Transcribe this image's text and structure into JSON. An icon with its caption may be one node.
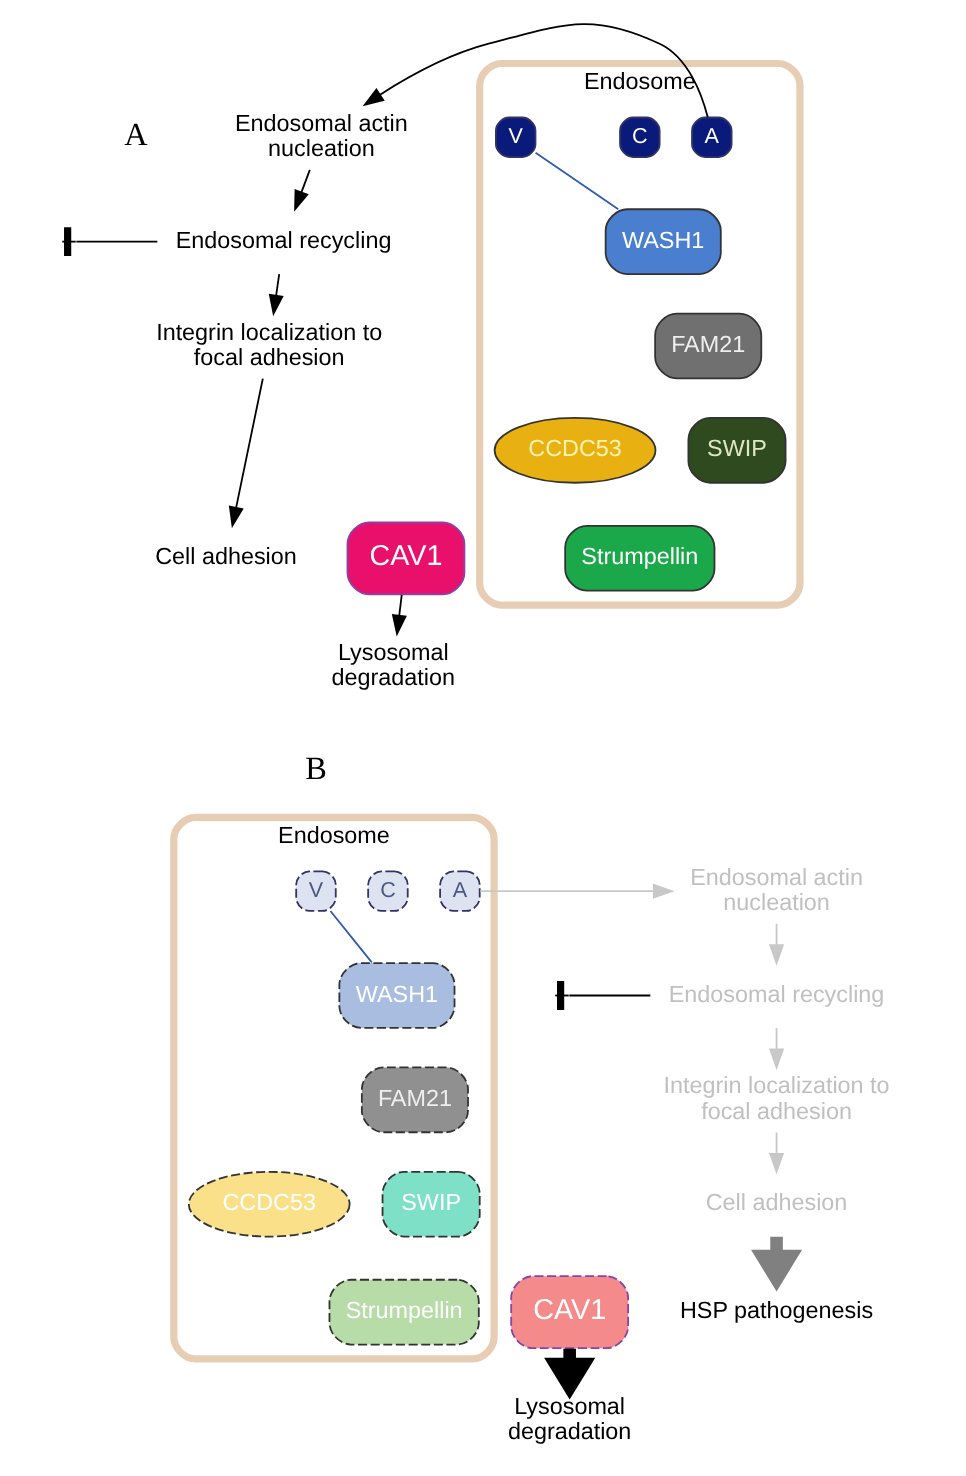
{
  "diagram": {
    "nodes": [
      {
        "text": [
          "Endosome"
        ]
      },
      {
        "text": [
          "V"
        ],
        "in": 0
      },
      {
        "text": [
          "C"
        ],
        "in": 0
      },
      {
        "text": [
          "A"
        ],
        "in": 0
      },
      {
        "text": [
          "WASH1"
        ],
        "in": 0
      },
      {
        "text": [
          "FAM21"
        ],
        "in": 0
      },
      {
        "text": [
          "CCDC53"
        ],
        "in": 0
      },
      {
        "text": [
          "SWIP"
        ],
        "in": 0
      },
      {
        "text": [
          "Strumpellin"
        ],
        "in": 0
      },
      {
        "text": [
          "CAV1"
        ]
      },
      {
        "text": [
          "Endosomal actin nucleation"
        ]
      },
      {
        "text": [
          "Endosomal recycling"
        ]
      },
      {
        "text": [
          "Integrin localization to focal adhesion"
        ]
      },
      {
        "text": [
          "Cell adhesion"
        ]
      },
      {
        "text": [
          "Lysosomal degradation"
        ]
      },
      {
        "text": [
          "Endosome"
        ]
      },
      {
        "text": [
          "V"
        ],
        "in": 15
      },
      {
        "text": [
          "C"
        ],
        "in": 15
      },
      {
        "text": [
          "A"
        ],
        "in": 15
      },
      {
        "text": [
          "WASH1"
        ],
        "in": 15
      },
      {
        "text": [
          "FAM21"
        ],
        "in": 15
      },
      {
        "text": [
          "CCDC53"
        ],
        "in": 15
      },
      {
        "text": [
          "SWIP"
        ],
        "in": 15
      },
      {
        "text": [
          "Strumpellin"
        ],
        "in": 15
      },
      {
        "text": [
          "CAV1"
        ]
      },
      {
        "text": [
          "Endosomal actin nucleation"
        ]
      },
      {
        "text": [
          "Endosomal recycling"
        ]
      },
      {
        "text": [
          "Integrin localization to focal adhesion"
        ]
      },
      {
        "text": [
          "Cell adhesion"
        ]
      },
      {
        "text": [
          "Lysosomal degradation"
        ]
      },
      {
        "text": [
          "HSP pathogenesis"
        ]
      }
    ],
    "edges": [
      {
        "from": 4,
        "to": 1,
        "arrow": "none",
        "color": "#2f5cb0"
      },
      {
        "from": 3,
        "to": 10,
        "arrow": "to"
      },
      {
        "from": 10,
        "to": 11,
        "arrow": "to"
      },
      {
        "from": 11,
        "to": 12,
        "arrow": "to"
      },
      {
        "from": 12,
        "to": 13,
        "arrow": "to"
      },
      {
        "from": 9,
        "to": 14,
        "arrow": "to"
      },
      {
        "from": 11,
        "to": null,
        "arrow": "other"
      },
      {
        "from": 19,
        "to": 16,
        "arrow": "none",
        "color": "#2f5cb0"
      },
      {
        "from": 18,
        "to": 25,
        "arrow": "to",
        "color": "#c8c8c8"
      },
      {
        "from": 25,
        "to": 26,
        "arrow": "to",
        "color": "#c8c8c8"
      },
      {
        "from": 26,
        "to": 27,
        "arrow": "to",
        "color": "#c8c8c8"
      },
      {
        "from": 27,
        "to": 28,
        "arrow": "to",
        "color": "#c8c8c8"
      },
      {
        "from": 24,
        "to": 29,
        "arrow": "to",
        "style": "thick"
      },
      {
        "from": 26,
        "to": null,
        "arrow": "other"
      },
      {
        "from": 28,
        "to": 30,
        "arrow": "to",
        "style": "thick",
        "color": "#808080"
      }
    ],
    "labels": [
      "A",
      "B"
    ]
  }
}
